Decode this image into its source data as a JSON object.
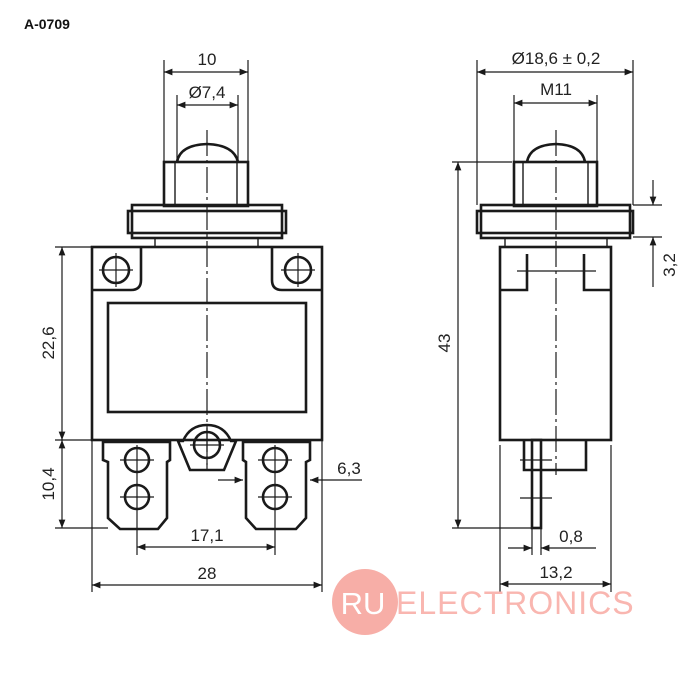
{
  "title": "A-0709",
  "front_view": {
    "dims": {
      "button_width": "10",
      "button_diameter": "Ø7,4",
      "body_height": "22,6",
      "terminal_height": "10,4",
      "terminal_width": "6,3",
      "terminal_pitch": "17,1",
      "body_width": "28"
    }
  },
  "side_view": {
    "dims": {
      "nut_diameter": "Ø18,6 ± 0,2",
      "thread": "M11",
      "total_height": "43",
      "nut_thickness": "3,2",
      "blade_thickness": "0,8",
      "body_depth": "13,2"
    }
  },
  "watermark": {
    "badge": "RU",
    "text": "ELECTRONICS",
    "color": "#f7aaa3"
  }
}
